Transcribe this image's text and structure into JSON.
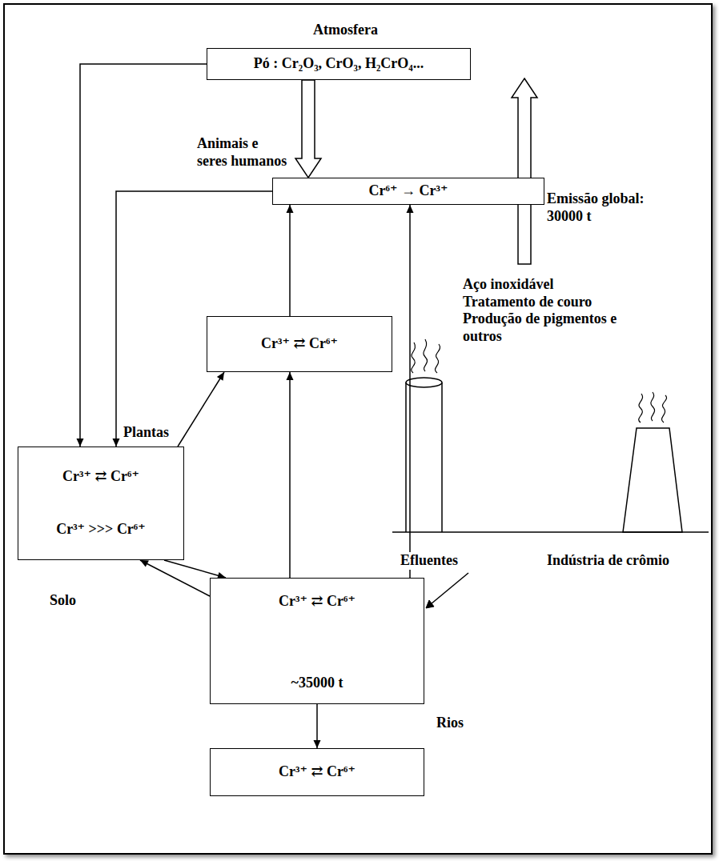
{
  "diagram": {
    "nodes": [
      {
        "text": [
          "Atmosfera",
          "Pó : Cr₂O₃, CrO₃, H₂CrO₄..."
        ]
      },
      {
        "text": [
          "Animais e seres humanos",
          "Cr⁶⁺ → Cr³⁺"
        ]
      },
      {
        "text": [
          "Cr³⁺ ⇄ Cr⁶⁺"
        ]
      },
      {
        "text": [
          "Cr³⁺ ⇄ Cr⁶⁺",
          "Cr³⁺ >>> Cr⁶⁺"
        ]
      },
      {
        "text": [
          "Cr³⁺ ⇄ Cr⁶⁺",
          "~35000 t"
        ]
      },
      {
        "text": [
          "Cr³⁺ ⇄ Cr⁶⁺"
        ]
      }
    ],
    "edges": [
      {
        "from": 0,
        "to": 3,
        "arrow": "to"
      },
      {
        "from": 0,
        "to": 1,
        "arrow": "to"
      },
      {
        "from": 1,
        "to": 3,
        "arrow": "to"
      },
      {
        "from": 2,
        "to": 1,
        "arrow": "to"
      },
      {
        "from": 4,
        "to": 1,
        "arrow": "to"
      },
      {
        "from": 4,
        "to": 2,
        "arrow": "to"
      },
      {
        "from": 3,
        "to": 2,
        "arrow": "to"
      },
      {
        "from": 4,
        "to": 3,
        "arrow": "to"
      },
      {
        "from": 3,
        "to": 4,
        "arrow": "to"
      },
      {
        "from": 4,
        "to": 5,
        "arrow": "to"
      }
    ],
    "labels": [
      "Plantas",
      "Solo",
      "Emissão global: 30000 t",
      "Aço inoxidável Tratamento de couro Produção de pigmentos e outros",
      "Efluentes",
      "Indústria de crômio",
      "Rios"
    ]
  }
}
